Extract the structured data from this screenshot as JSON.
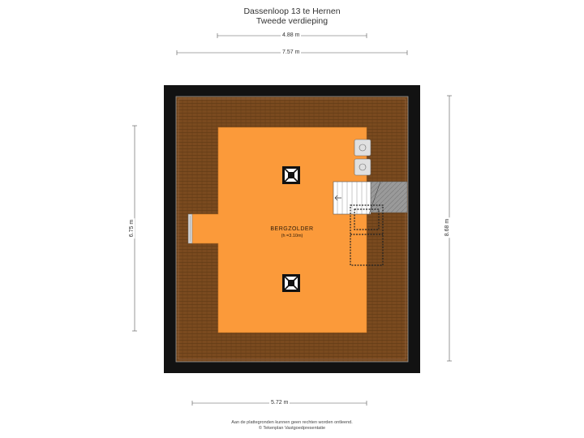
{
  "header": {
    "title": "Dassenloop 13 te Hernen",
    "subtitle": "Tweede verdieping"
  },
  "dimensions": {
    "top_inner": "4.88 m",
    "top_outer": "7.57 m",
    "left": "6.75 m",
    "right": "8.68 m",
    "bottom": "5.72 m"
  },
  "room": {
    "name": "BERGZOLDER",
    "height": "(h =3.10m)"
  },
  "footer": {
    "line1": "Aan de plattegronden kunnen geen rechten worden ontleend.",
    "line2": "© Tekenplan Vastgoedpresentatie"
  },
  "colors": {
    "wall": "#121212",
    "roof": "#7a4a1f",
    "floor": "#fb9a3a",
    "stair": "#8f8f8f"
  }
}
